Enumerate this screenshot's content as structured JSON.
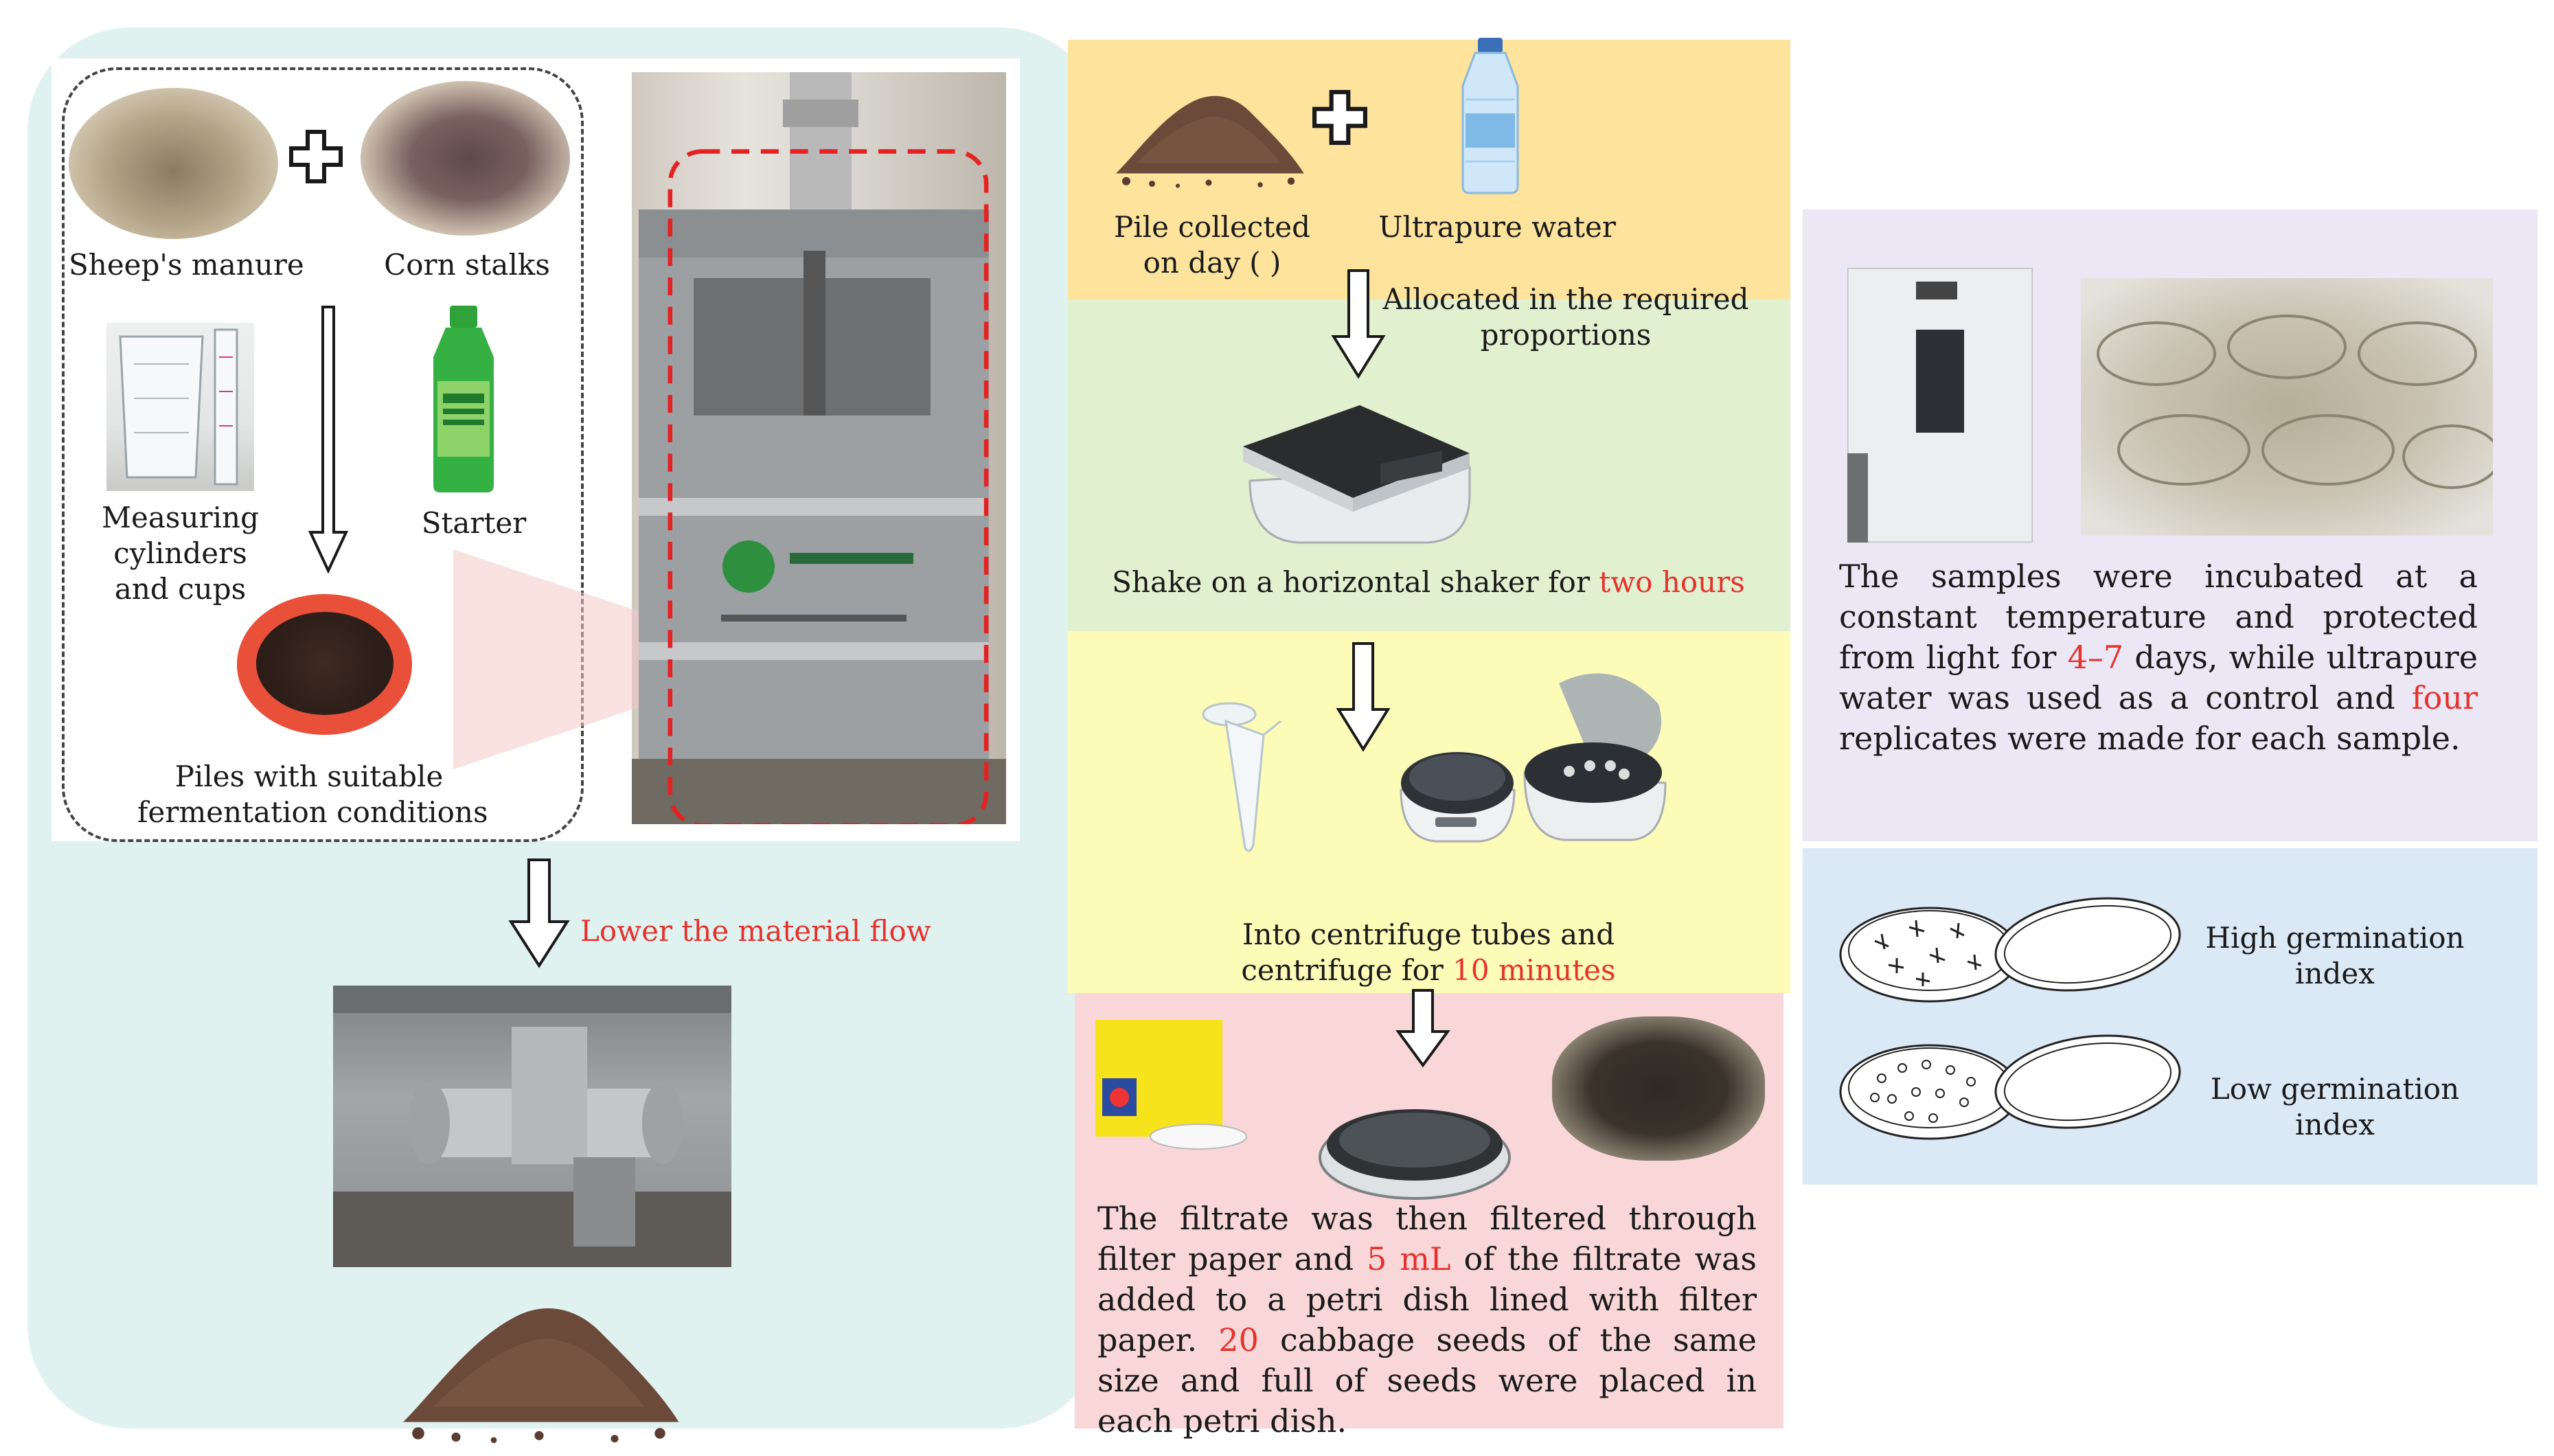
{
  "colors": {
    "left_panel": "#e0f2f0",
    "yellow": "#fde39c",
    "green": "#e1f0cf",
    "pale_yellow": "#fdfbb8",
    "pink": "#f9d7d8",
    "lavender": "#ece7f5",
    "blue": "#dbe8f5",
    "red_text": "#e5322d",
    "dashed_box": "#e52222"
  },
  "left": {
    "sheep_manure": "Sheep's manure",
    "corn_stalks": "Corn stalks",
    "measuring_cups": [
      "Measuring",
      "cylinders",
      "and cups"
    ],
    "starter": "Starter",
    "piles_suitable": [
      "Piles with suitable",
      "fermentation conditions"
    ],
    "lower_flow": "Lower the material flow"
  },
  "middle": {
    "pile_collected": [
      "Pile collected",
      "on day ( )"
    ],
    "ultrapure_water": "Ultrapure water",
    "allocated": [
      "Allocated in the required",
      "proportions"
    ],
    "shake_prefix": "Shake on a horizontal shaker for ",
    "shake_time": "two hours",
    "centrifuge_line1": "Into centrifuge tubes and",
    "centrifuge_prefix": "centrifuge for ",
    "centrifuge_time": "10 minutes",
    "filtrate": {
      "p1": "The filtrate was then filtered through filter paper and ",
      "v1": "5 mL",
      "p2": " of the filtrate was added to a petri dish lined with filter paper. ",
      "v2": "20",
      "p3": " cabbage seeds of the same size and full of seeds were placed in each petri dish."
    }
  },
  "right": {
    "incubation": {
      "p1": "The samples were incubated at a constant temperature and protected from light for ",
      "v1": "4–7",
      "p2": " days, while ultrapure water was used as a control and ",
      "v2": "four",
      "p3": " replicates were made for each sample."
    },
    "high_gi": [
      "High germination",
      "index"
    ],
    "low_gi": [
      "Low germination",
      "index"
    ]
  }
}
